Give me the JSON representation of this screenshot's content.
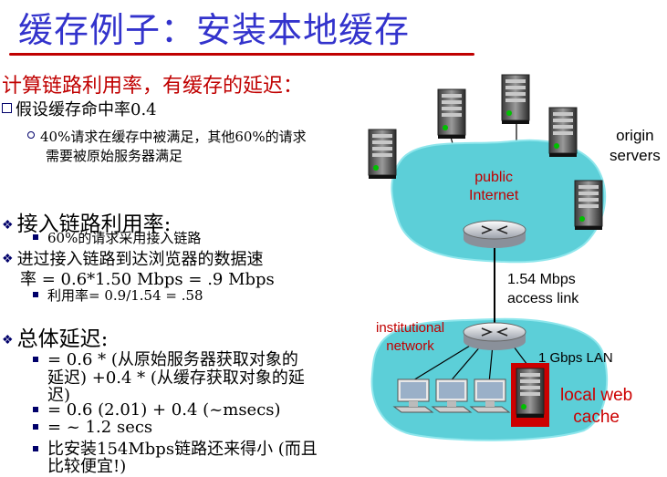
{
  "title": "缓存例子：安装本地缓存",
  "subtitle": "计算链路利用率，有缓存的延迟：",
  "assumption": {
    "main": "假设缓存命中率0.4",
    "sub_line1": "40%请求在缓存中被满足，其他60%的请求",
    "sub_line2": "需要被原始服务器满足"
  },
  "utilization": {
    "heading": "接入链路利用率:",
    "item1": "60%的请求采用接入链路",
    "rate_line1": "进过接入链路到达浏览器的数据速",
    "rate_line2": "率 = 0.6*1.50 Mbps = .9 Mbps",
    "item2": "利用率= 0.9/1.54 = .58"
  },
  "delay": {
    "heading": "总体延迟:",
    "item1_line1": "= 0.6 * (从原始服务器获取对象的",
    "item1_line2": "延迟) +0.4 * (从缓存获取对象的延",
    "item1_line3": "迟)",
    "item2": "= 0.6 (2.01) + 0.4 (~msecs)",
    "item3": "= ~ 1.2 secs",
    "item4_line1": "比安装154Mbps链路还来得小 (而且",
    "item4_line2": "比较便宜!)"
  },
  "network": {
    "origin_line1": "origin",
    "origin_line2": "servers",
    "public_line1": "public",
    "public_line2": "Internet",
    "link_line1": "1.54 Mbps",
    "link_line2": "access link",
    "inst_line1": "institutional",
    "inst_line2": "network",
    "lan": "1 Gbps LAN",
    "cache_line1": "local web",
    "cache_line2": "cache"
  },
  "colors": {
    "title": "#3333cc",
    "subtitle": "#c00000",
    "network_label": "#c00000",
    "cloud": "#5ccfd8",
    "cache_border": "#cc0000"
  },
  "icons": [
    "server-icon",
    "router-icon",
    "computer-icon",
    "cache-server-icon"
  ]
}
